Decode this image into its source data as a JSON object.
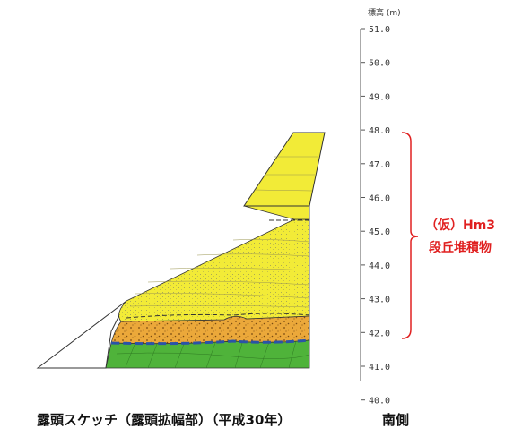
{
  "axis": {
    "title": "標高 (m)",
    "ticks": [
      "51.0",
      "50.0",
      "49.0",
      "48.0",
      "47.0",
      "46.0",
      "45.0",
      "44.0",
      "43.0",
      "42.0",
      "41.0",
      "40.0"
    ]
  },
  "annotation": {
    "line1": "（仮）Hm3",
    "line2": "段丘堆積物",
    "range_m": [
      42.0,
      48.0
    ],
    "color": "#e02020"
  },
  "captions": {
    "left": "露頭スケッチ（露頭拡幅部）（平成30年）",
    "right": "南側"
  },
  "colors": {
    "yellow": "#f2eb37",
    "orange": "#eba83a",
    "green": "#4fb33a",
    "boundary": "#2a53a8"
  }
}
